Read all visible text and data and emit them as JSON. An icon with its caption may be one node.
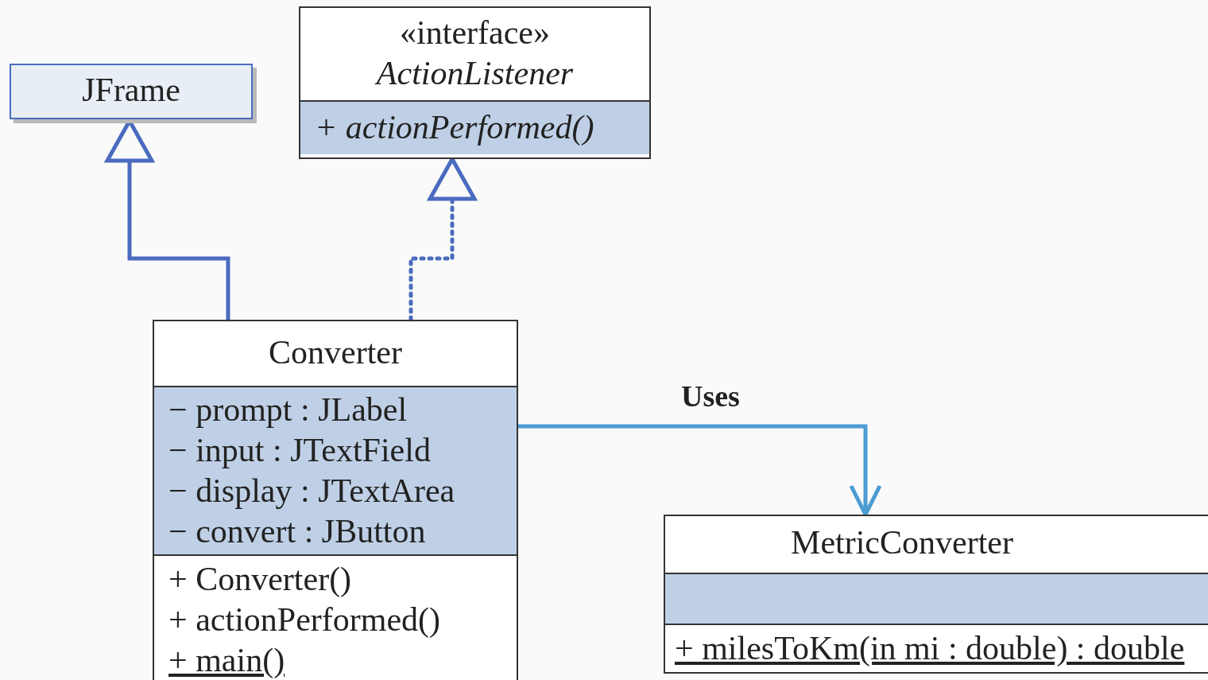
{
  "diagram": {
    "nodes": [
      {
        "text": [
          "JFrame"
        ]
      },
      {
        "text": [
          "«interface»",
          "ActionListener",
          "+ actionPerformed()"
        ]
      },
      {
        "text": [
          "Converter",
          "− prompt : JLabel",
          "− input : JTextField",
          "− display : JTextArea",
          "− convert : JButton",
          "+ Converter()",
          "+ actionPerformed()",
          "+ main()"
        ]
      },
      {
        "text": [
          "MetricConverter",
          "+ milesToKm(in mi : double) : double"
        ]
      }
    ],
    "edges": [
      {
        "from": 2,
        "to": 0,
        "arrow": "to"
      },
      {
        "from": 2,
        "to": 1,
        "arrow": "to",
        "style": "dashed"
      },
      {
        "from": 2,
        "to": 3,
        "arrow": "to",
        "label": "Uses",
        "color": "#4b9cd3"
      }
    ]
  }
}
